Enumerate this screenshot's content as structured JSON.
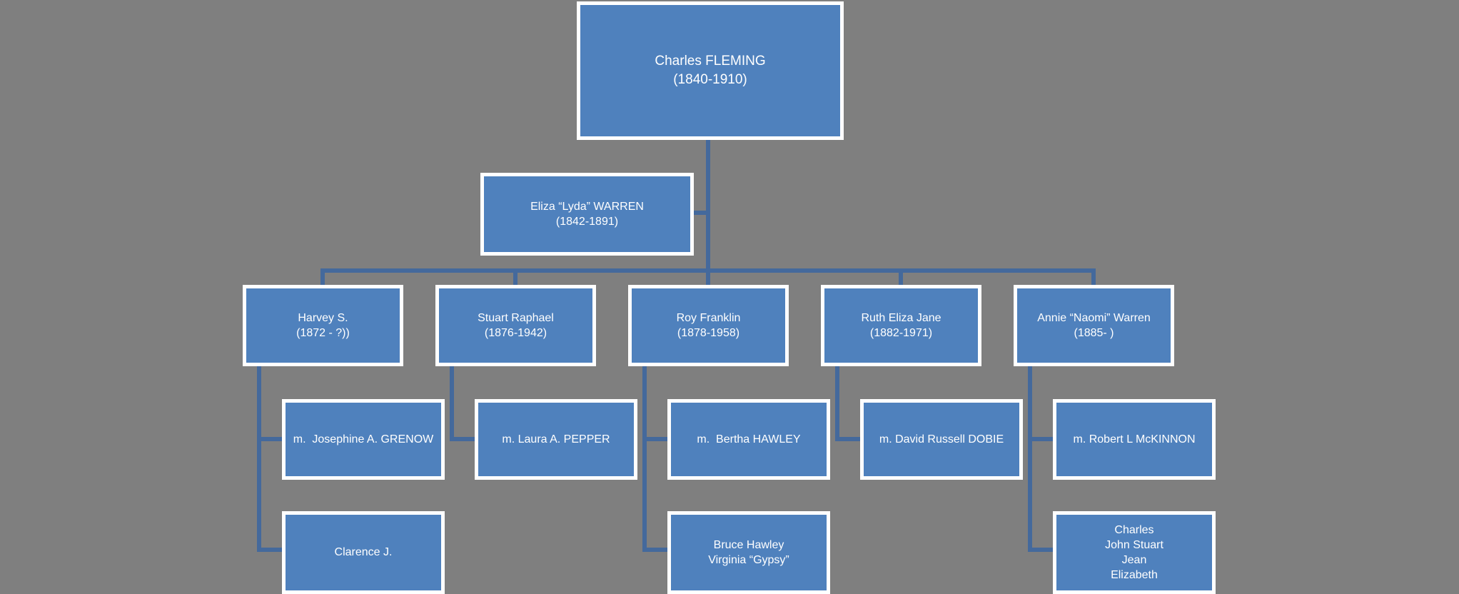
{
  "theme": {
    "background": "#7f7f7f",
    "box_fill": "#4f81bd",
    "box_border": "#ffffff",
    "connector_color": "#44699c",
    "text_color": "#ffffff"
  },
  "tree": {
    "root": {
      "name": "Charles FLEMING",
      "dates": "(1840-1910)"
    },
    "root_spouse": {
      "name": "Eliza “Lyda” WARREN",
      "dates": "(1842-1891)"
    },
    "children": [
      {
        "name": "Harvey S.",
        "dates": "(1872 - ?))",
        "spouse": "m.  Josephine A. GRENOW",
        "descendants": [
          "Clarence J."
        ]
      },
      {
        "name": "Stuart Raphael",
        "dates": "(1876-1942)",
        "spouse": "m. Laura A. PEPPER",
        "descendants": []
      },
      {
        "name": "Roy Franklin",
        "dates": "(1878-1958)",
        "spouse": "m.  Bertha HAWLEY",
        "descendants": [
          "Bruce Hawley",
          "Virginia “Gypsy”"
        ]
      },
      {
        "name": "Ruth Eliza Jane",
        "dates": "(1882-1971)",
        "spouse": "m. David Russell DOBIE",
        "descendants": []
      },
      {
        "name": "Annie “Naomi” Warren",
        "dates": "(1885- )",
        "spouse": "m. Robert L McKINNON",
        "descendants": [
          "Charles",
          "John Stuart",
          "Jean",
          "Elizabeth"
        ]
      }
    ]
  }
}
